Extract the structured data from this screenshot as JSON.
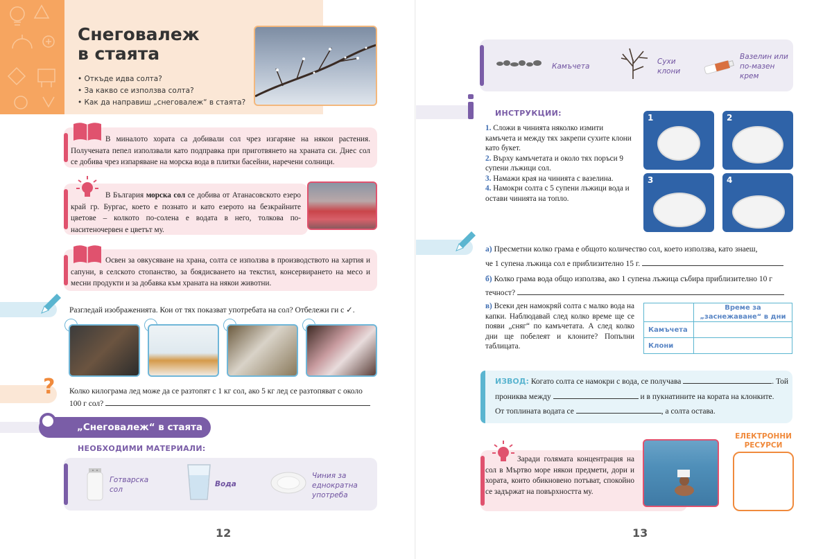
{
  "left": {
    "title_line1": "Снеговалеж",
    "title_line2": "в стаята",
    "bullets": [
      "• Откъде идва солта?",
      "• За какво се използва солта?",
      "• Как да направиш „снеговалеж“ в стаята?"
    ],
    "reading1": "В миналото хората са добивали сол чрез изгаряне на някои растения. Получената пепел използвали като подправка при приготвянето на храната си. Днес сол се добива чрез изпаряване на морска вода в плитки басейни, наречени солници.",
    "fact1_pre": "В България ",
    "fact1_bold": "морска сол",
    "fact1_post": " се добива от Атанасовското езеро край гр. Бургас, което е познато и като езерото на безкрайните цветове – колкото по-солена е водата в него, толкова по-наситеночервен е цветът му.",
    "reading2": "Освен за овкусяване на храна, солта се използва в производството на хартия и сапуни, в селското стопанство, за боядисването на текстил, консервирането на месо и месни продукти и за добавка към храната на някои животни.",
    "task_text": "Разгледай изображенията. Кои от тях показват употребата на сол? Отбележи ги с ✓.",
    "question_line1": "Колко килограма лед може да се разтопят с 1 кг сол, ако 5 кг лед се разтопяват с около",
    "question_line2": "100 г сол?",
    "section_title": "„Снеговалеж“ в стаята",
    "materials_heading": "НЕОБХОДИМИ МАТЕРИАЛИ:",
    "materials": [
      "Готварска сол",
      "Вода",
      "Чиния за еднократна употреба"
    ],
    "page_number": "12"
  },
  "right": {
    "materials": [
      "Камъчета",
      "Сухи клони",
      "Вазелин или по-мазен крем"
    ],
    "instructions_heading": "ИНСТРУКЦИИ:",
    "steps": [
      {
        "n": "1.",
        "text": "Сложи в чинията няколко измити камъчета и между тях закрепи сухите клони като букет."
      },
      {
        "n": "2.",
        "text": "Върху камъчетата и около тях поръси 9 супени лъжици сол."
      },
      {
        "n": "3.",
        "text": "Намажи края на чинията с вазелина."
      },
      {
        "n": "4.",
        "text": "Намокри солта с 5 супени лъжици вода и остави чинията на топло."
      }
    ],
    "step_labels": [
      "1",
      "2",
      "3",
      "4"
    ],
    "qa_label": "а)",
    "qa_line1": "Пресметни колко грама е общото количество сол, което използва, като знаеш,",
    "qa_line2": "че 1 супена лъжица сол е приблизително 15 г.",
    "qb_label": "б)",
    "qb_line1": "Колко грама вода общо използва, ако 1 супена лъжица събира приблизително 10 г",
    "qb_line2": "течност?",
    "qc_label": "в)",
    "qc_text": "Всеки ден намокряй солта с малко вода на капки. Наблюдавай след колко време ще се появи „сняг“ по камъчетата. А след колко дни ще побелеят и клоните? Попълни таблицата.",
    "table_header": "Време за „заснежаване“ в дни",
    "table_rows": [
      "Камъчета",
      "Клони"
    ],
    "conclusion_label": "ИЗВОД:",
    "conclusion_1": "Когато солта се намокри с вода, се получава",
    "conclusion_2": ". Той",
    "conclusion_3": "прониква между",
    "conclusion_4": "и в пукнатините на кората на клонките.",
    "conclusion_5": "От топлината водата се",
    "conclusion_6": ", а солта остава.",
    "fact": "Заради голямата концентрация на сол в Мъртво море някои предмети, дори и хората, които обикновено потъват, спокойно се задържат на повърхността му.",
    "e_resources": "ЕЛЕКТРОННИ РЕСУРСИ",
    "page_number": "13"
  },
  "colors": {
    "purple": "#7a5da7",
    "pink_strip": "#e0526e",
    "blue": "#3c6bb0",
    "teal": "#5bb5d0",
    "orange": "#f08a3c"
  }
}
